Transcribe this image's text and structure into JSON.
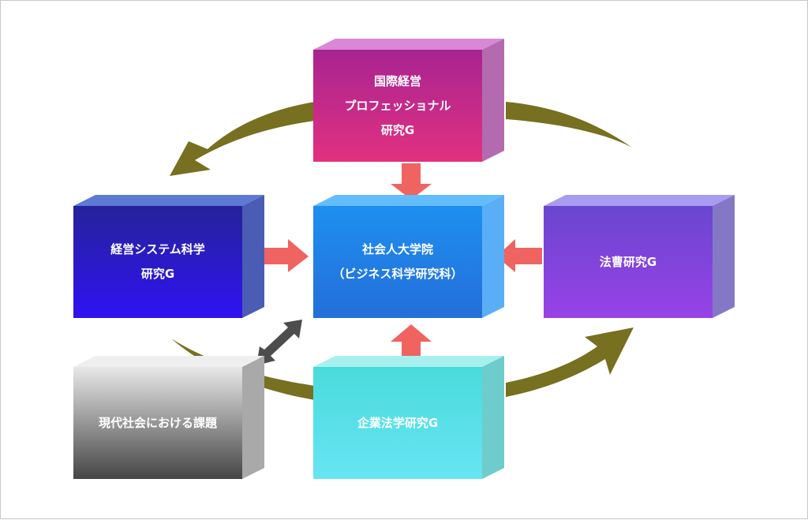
{
  "boxes": {
    "top": {
      "lines": [
        "国際経営",
        "プロフェッショナル",
        "研究G"
      ]
    },
    "left": {
      "lines": [
        "経営システム科学",
        "研究G"
      ]
    },
    "center": {
      "lines": [
        "社会人大学院",
        "（ビジネス科学研究科）"
      ]
    },
    "right": {
      "lines": [
        "法曹研究G"
      ]
    },
    "bottom": {
      "lines": [
        "企業法学研究G"
      ]
    },
    "bottom_left": {
      "lines": [
        "現代社会における課題"
      ]
    }
  },
  "colors": {
    "cycle_arrow": "#767020",
    "inward_arrow": "#ef6461",
    "double_arrow": "#4d4d4d",
    "top_box": [
      "#a72392",
      "#e2317f"
    ],
    "left_box": [
      "#25239a",
      "#3012f2"
    ],
    "center_box": [
      "#1e8ff0",
      "#246ed9"
    ],
    "right_box": [
      "#6a46cf",
      "#9842e6"
    ],
    "bottom_box": [
      "#49dbdc",
      "#68e4f3"
    ],
    "bottom_left_box": [
      "#e5e5e5",
      "#474747"
    ]
  }
}
